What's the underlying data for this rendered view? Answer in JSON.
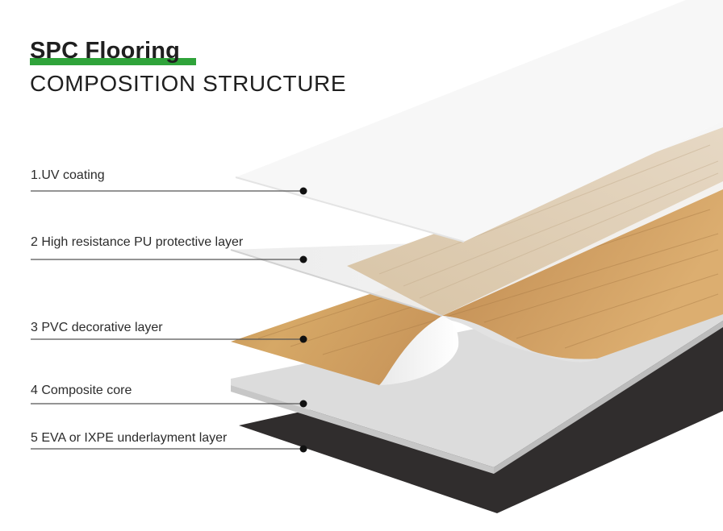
{
  "title": "SPC Flooring",
  "subtitle": "COMPOSITION STRUCTURE",
  "layers": [
    {
      "label": "1.UV coating"
    },
    {
      "label": "2 High resistance PU protective layer"
    },
    {
      "label": "3 PVC decorative layer"
    },
    {
      "label": "4 Composite core"
    },
    {
      "label": "5 EVA or IXPE underlayment layer"
    }
  ],
  "colors": {
    "accent": "#2fa33a",
    "uv_coating": "#fbfbfb",
    "pu_layer": "#e6e6e6",
    "wood": "#c89a5e",
    "core": "#dadada",
    "underlayment": "#2f2c2c",
    "leader_line": "#555555"
  }
}
